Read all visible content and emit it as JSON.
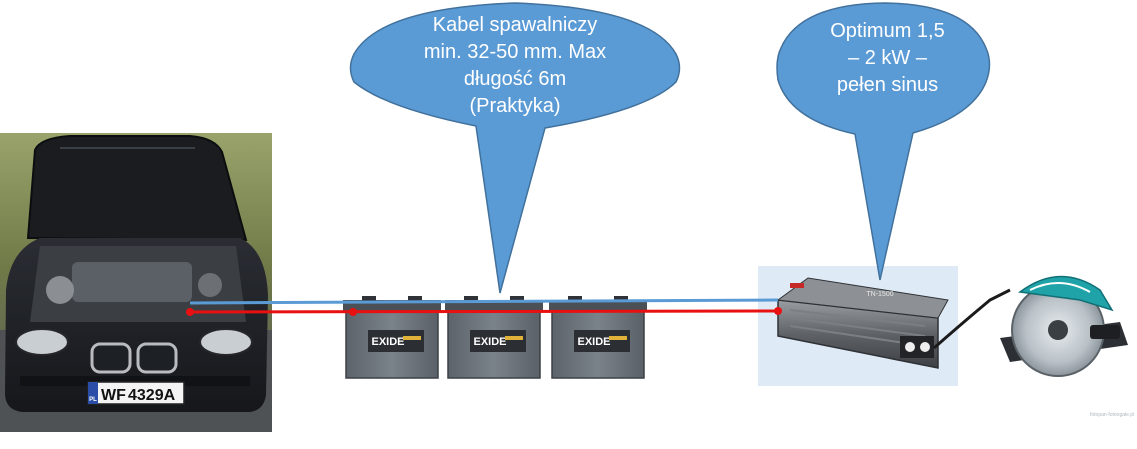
{
  "callouts": {
    "cable": {
      "lines": [
        "Kabel spawalniczy",
        "min. 32-50 mm. Max",
        "długość 6m",
        "(Praktyka)"
      ]
    },
    "inverter": {
      "lines": [
        "Optimum 1,5",
        "– 2 kW –",
        "pełen sinus"
      ]
    }
  },
  "car": {
    "plate_region": "WF",
    "plate_number": "4329A",
    "plate_country": "PL"
  },
  "batteries": {
    "brand": "EXIDE",
    "count": 3
  },
  "inverter_device": {
    "label": "TN-1500"
  },
  "watermark": "fotopan-fotoogale.pl",
  "colors": {
    "callout_fill": "#5b9bd5",
    "callout_stroke": "#41719c",
    "wire_blue": "#5b9bd5",
    "wire_red": "#e81010",
    "inverter_bg": "#deebf7",
    "battery_body": "#6d757d",
    "saw_accent": "#1fa3a8"
  }
}
